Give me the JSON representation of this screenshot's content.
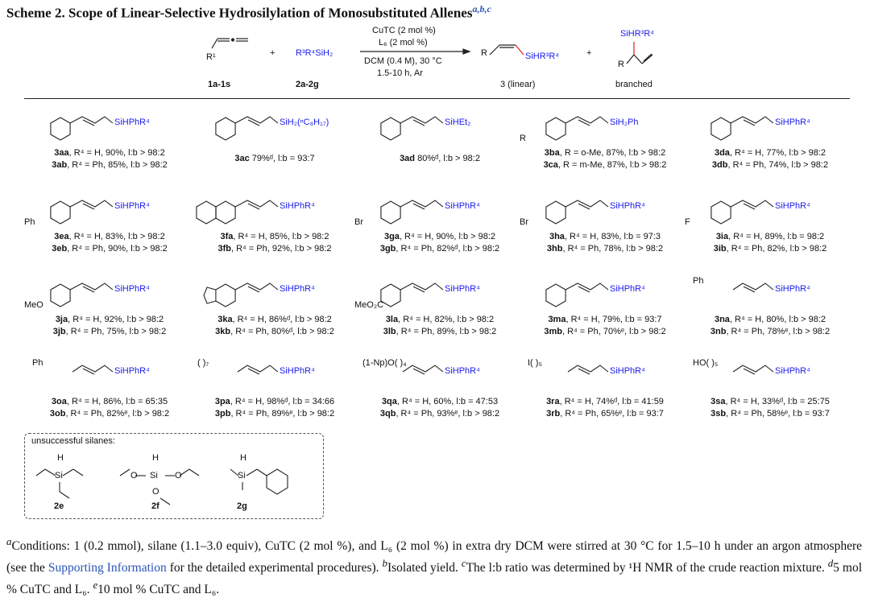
{
  "title": "Scheme 2. Scope of Linear-Selective Hydrosilylation of Monosubstituted Allenes",
  "title_notes": "a,b,c",
  "scheme": {
    "allene_label": "R¹",
    "plus": "+",
    "silane": "R³R⁴SiH₂",
    "cond1": "CuTC (2 mol %)",
    "cond2": "L₆ (2 mol %)",
    "cond3": "DCM (0.4 M), 30 °C",
    "cond4": "1.5-10 h, Ar",
    "linear_R": "R",
    "linear_si": "SiHR³R⁴",
    "branched_si": "SiHR³R⁴",
    "branched_R": "R",
    "label_allene": "1a-1s",
    "label_silane": "2a-2g",
    "label_linear": "3 (linear)",
    "label_branched": "branched"
  },
  "products": [
    {
      "sub": "",
      "si": "SiHPhR⁴",
      "ring": "benzene",
      "lines": [
        [
          "3aa",
          ", R⁴ = H, 90%, l:b > 98:2"
        ],
        [
          "3ab",
          ", R⁴ = Ph, 85%, l:b > 98:2"
        ]
      ]
    },
    {
      "sub": "",
      "si": "SiH₂(ⁿC₈H₁₇)",
      "ring": "benzene",
      "lines": [
        [
          "3ac",
          " 79%ᵈ, l:b = 93:7"
        ]
      ]
    },
    {
      "sub": "",
      "si": "SiHEt₂",
      "ring": "benzene",
      "lines": [
        [
          "3ad",
          " 80%ᵈ, l:b > 98:2"
        ]
      ]
    },
    {
      "sub": "R",
      "si": "SiH₂Ph",
      "ring": "benzene",
      "lines": [
        [
          "3ba",
          ", R = o-Me, 87%, l:b > 98:2"
        ],
        [
          "3ca",
          ", R = m-Me, 87%, l:b > 98:2"
        ]
      ]
    },
    {
      "sub": "",
      "si": "SiHPhR⁴",
      "ring": "benzene",
      "lines": [
        [
          "3da",
          ", R⁴ = H, 77%, l:b > 98:2"
        ],
        [
          "3db",
          ", R⁴ = Ph, 74%, l:b > 98:2"
        ]
      ]
    },
    {
      "sub": "Ph",
      "si": "SiHPhR⁴",
      "ring": "benzene",
      "lines": [
        [
          "3ea",
          ", R⁴ = H, 83%, l:b > 98:2"
        ],
        [
          "3eb",
          ", R⁴ = Ph, 90%, l:b > 98:2"
        ]
      ]
    },
    {
      "sub": "",
      "si": "SiHPhR⁴",
      "ring": "naphthalene",
      "lines": [
        [
          "3fa",
          ", R⁴ = H, 85%, l:b > 98:2"
        ],
        [
          "3fb",
          ", R⁴ = Ph, 92%, l:b > 98:2"
        ]
      ]
    },
    {
      "sub": "Br",
      "si": "SiHPhR⁴",
      "ring": "benzene",
      "lines": [
        [
          "3ga",
          ", R⁴ = H, 90%, l:b > 98:2"
        ],
        [
          "3gb",
          ", R⁴ = Ph, 82%ᵈ, l:b > 98:2"
        ]
      ]
    },
    {
      "sub": "Br",
      "si": "SiHPhR⁴",
      "ring": "benzene",
      "lines": [
        [
          "3ha",
          ", R⁴ = H, 83%, l:b = 97:3"
        ],
        [
          "3hb",
          ", R⁴ = Ph, 78%, l:b > 98:2"
        ]
      ]
    },
    {
      "sub": "F",
      "si": "SiHPhR⁴",
      "ring": "benzene",
      "lines": [
        [
          "3ia",
          ", R⁴ = H, 89%, l:b = 98:2"
        ],
        [
          "3ib",
          ", R⁴ = Ph, 82%, l:b > 98:2"
        ]
      ]
    },
    {
      "sub": "MeO",
      "si": "SiHPhR⁴",
      "ring": "benzene",
      "lines": [
        [
          "3ja",
          ", R⁴ = H, 92%, l:b > 98:2"
        ],
        [
          "3jb",
          ", R⁴ = Ph, 75%, l:b > 98:2"
        ]
      ]
    },
    {
      "sub": "",
      "si": "SiHPhR⁴",
      "ring": "benzodioxole",
      "lines": [
        [
          "3ka",
          ", R⁴ = H, 86%ᵈ, l:b > 98:2"
        ],
        [
          "3kb",
          ", R⁴ = Ph, 80%ᵈ, l:b > 98:2"
        ]
      ]
    },
    {
      "sub": "MeO₂C",
      "si": "SiHPhR⁴",
      "ring": "benzene",
      "lines": [
        [
          "3la",
          ", R⁴ = H, 82%, l:b > 98:2"
        ],
        [
          "3lb",
          ", R⁴ = Ph, 89%, l:b > 98:2"
        ]
      ]
    },
    {
      "sub": "",
      "si": "SiHPhR⁴",
      "ring": "cyclohexane",
      "lines": [
        [
          "3ma",
          ", R⁴ = H, 79%, l:b = 93:7"
        ],
        [
          "3mb",
          ", R⁴ = Ph, 70%ᵉ, l:b > 98:2"
        ]
      ]
    },
    {
      "sub": "Ph",
      "si": "SiHPhR⁴",
      "ring": "none",
      "lines": [
        [
          "3na",
          ", R⁴ = H, 80%, l:b > 98:2"
        ],
        [
          "3nb",
          ", R⁴ = Ph, 78%ᵉ, l:b > 98:2"
        ]
      ]
    },
    {
      "sub": "Ph",
      "si": "SiHPhR⁴",
      "ring": "none",
      "lines": [
        [
          "3oa",
          ", R⁴ = H, 86%, l:b = 65:35"
        ],
        [
          "3ob",
          ", R⁴ = Ph, 82%ᵉ, l:b > 98:2"
        ]
      ]
    },
    {
      "sub": "( )₇",
      "si": "SiHPhR⁴",
      "ring": "none",
      "lines": [
        [
          "3pa",
          ", R⁴ = H, 98%ᵈ, l:b = 34:66"
        ],
        [
          "3pb",
          ", R⁴ = Ph, 89%ᵉ, l:b > 98:2"
        ]
      ]
    },
    {
      "sub": "(1-Np)O( )₄",
      "si": "SiHPhR⁴",
      "ring": "none",
      "lines": [
        [
          "3qa",
          ", R⁴ = H, 60%, l:b = 47:53"
        ],
        [
          "3qb",
          ", R⁴ = Ph, 93%ᵉ, l:b > 98:2"
        ]
      ]
    },
    {
      "sub": "I( )₅",
      "si": "SiHPhR⁴",
      "ring": "none",
      "lines": [
        [
          "3ra",
          ", R⁴ = H, 74%ᵈ, l:b = 41:59"
        ],
        [
          "3rb",
          ", R⁴ = Ph, 65%ᵉ, l:b = 93:7"
        ]
      ]
    },
    {
      "sub": "HO( )₅",
      "si": "SiHPhR⁴",
      "ring": "none",
      "lines": [
        [
          "3sa",
          ", R⁴ = H, 33%ᵈ, l:b = 25:75"
        ],
        [
          "3sb",
          ", R⁴ = Ph, 58%ᵉ, l:b = 93:7"
        ]
      ]
    }
  ],
  "unsuccessful": {
    "heading": "unsuccessful silanes:",
    "items": [
      {
        "id": "2e",
        "atoms": "H Si"
      },
      {
        "id": "2f",
        "atoms": "H O Si O O"
      },
      {
        "id": "2g",
        "atoms": "H Si"
      }
    ]
  },
  "footnote": {
    "a": "a",
    "text1": "Conditions: 1 (0.2 mmol), silane (1.1–3.0 equiv), CuTC (2 mol %), and L₆ (2 mol %) in extra dry DCM were stirred at 30 °C for 1.5–10 h under an argon atmosphere (see the ",
    "link": "Supporting Information",
    "text2": " for the detailed experimental procedures). ",
    "b": "b",
    "text3": "Isolated yield. ",
    "c": "c",
    "text4": "The l:b ratio was determined by ¹H NMR of the crude reaction mixture. ",
    "d": "d",
    "text5": "5 mol % CuTC and L₆. ",
    "e": "e",
    "text6": "10 mol % CuTC and L₆."
  },
  "colors": {
    "silyl": "#1a1aee",
    "link": "#2a55b8",
    "bond_highlight": "#e02020"
  }
}
